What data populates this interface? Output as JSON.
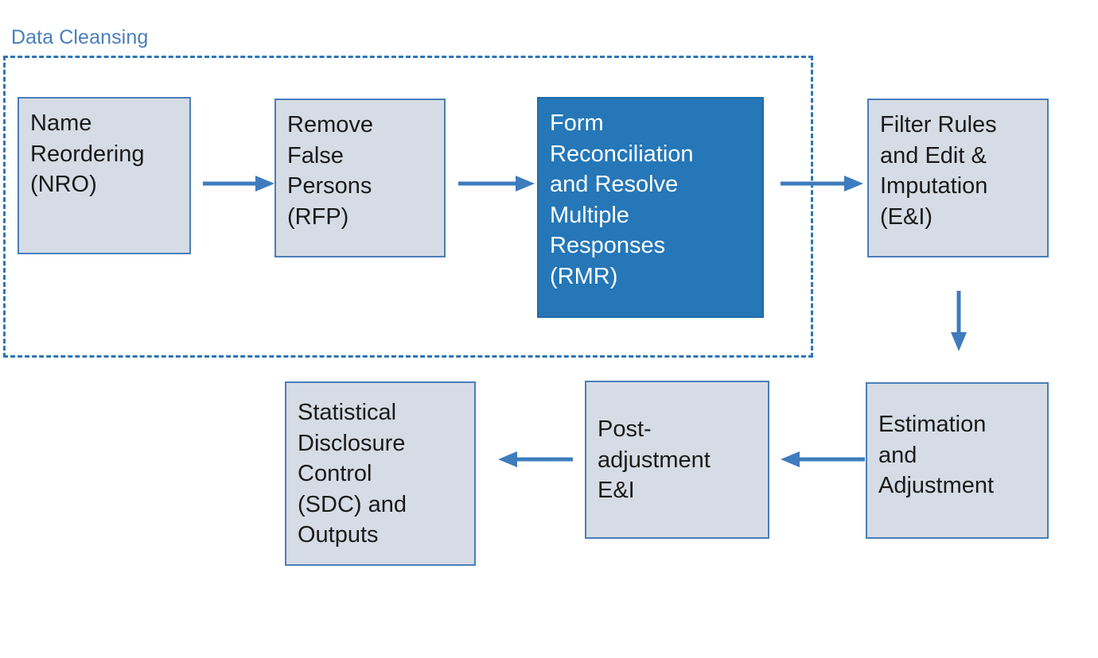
{
  "diagram": {
    "title": "Data Cleansing",
    "group": {
      "label": "Data Cleansing",
      "border_color": "#2E75B6",
      "label_color": "#4A7EBB"
    },
    "palette": {
      "node_fill": "#D6DCE5",
      "node_border": "#4A7EBB",
      "accent_fill": "#2577B8",
      "accent_text": "#FFFFFF",
      "arrow_color": "#3E7CBD",
      "text_color": "#1A1A1A",
      "background": "#FFFFFF"
    },
    "nodes": [
      {
        "id": "nro",
        "label": "Name\nReordering\n(NRO)",
        "highlighted": false,
        "in_group": true
      },
      {
        "id": "rfp",
        "label": "Remove\nFalse\nPersons\n(RFP)",
        "highlighted": false,
        "in_group": true
      },
      {
        "id": "rmr",
        "label": "Form\nReconciliation\nand Resolve\nMultiple\nResponses\n(RMR)",
        "highlighted": true,
        "in_group": true
      },
      {
        "id": "ei",
        "label": "Filter Rules\nand Edit &\nImputation\n(E&I)",
        "highlighted": false,
        "in_group": false
      },
      {
        "id": "estimation",
        "label": "Estimation\nand\nAdjustment",
        "highlighted": false,
        "in_group": false
      },
      {
        "id": "post-ei",
        "label": "Post-\nadjustment\nE&I",
        "highlighted": false,
        "in_group": false
      },
      {
        "id": "sdc",
        "label": "Statistical\nDisclosure\nControl\n(SDC) and\nOutputs",
        "highlighted": false,
        "in_group": false
      }
    ],
    "edges": [
      {
        "from": "nro",
        "to": "rfp",
        "direction": "right"
      },
      {
        "from": "rfp",
        "to": "rmr",
        "direction": "right"
      },
      {
        "from": "rmr",
        "to": "ei",
        "direction": "right"
      },
      {
        "from": "ei",
        "to": "estimation",
        "direction": "down"
      },
      {
        "from": "estimation",
        "to": "post-ei",
        "direction": "left"
      },
      {
        "from": "post-ei",
        "to": "sdc",
        "direction": "left"
      }
    ]
  }
}
